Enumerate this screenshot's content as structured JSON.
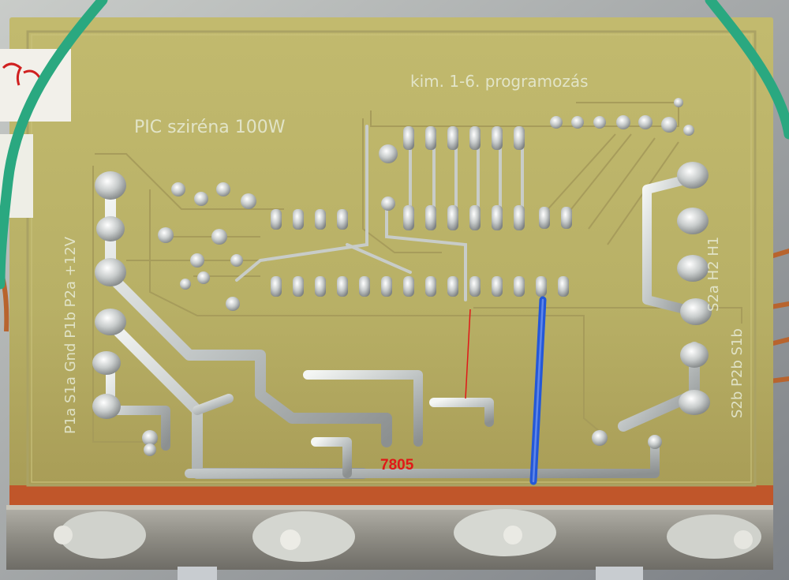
{
  "labels": {
    "title": "PIC sziréna 100W",
    "programming": "kim. 1-6.  programozás",
    "left_pins": "P1a  S1a  Gnd  P1b  P2a  +12V",
    "right_pins_top": "S2a  H2  H1",
    "right_pins_bottom": "S2b  P2b  S1b",
    "regulator": "7805"
  },
  "colors": {
    "board": "#b8b066",
    "board_dark": "#a39a52",
    "copper_edge": "#c0562a",
    "trace": "#a8a060",
    "solder": "#d8dcd8",
    "wire_blue": "#2458d8",
    "wire_green": "#2aa880",
    "wire_red": "#e01818",
    "heatsink": "#9a9892"
  }
}
